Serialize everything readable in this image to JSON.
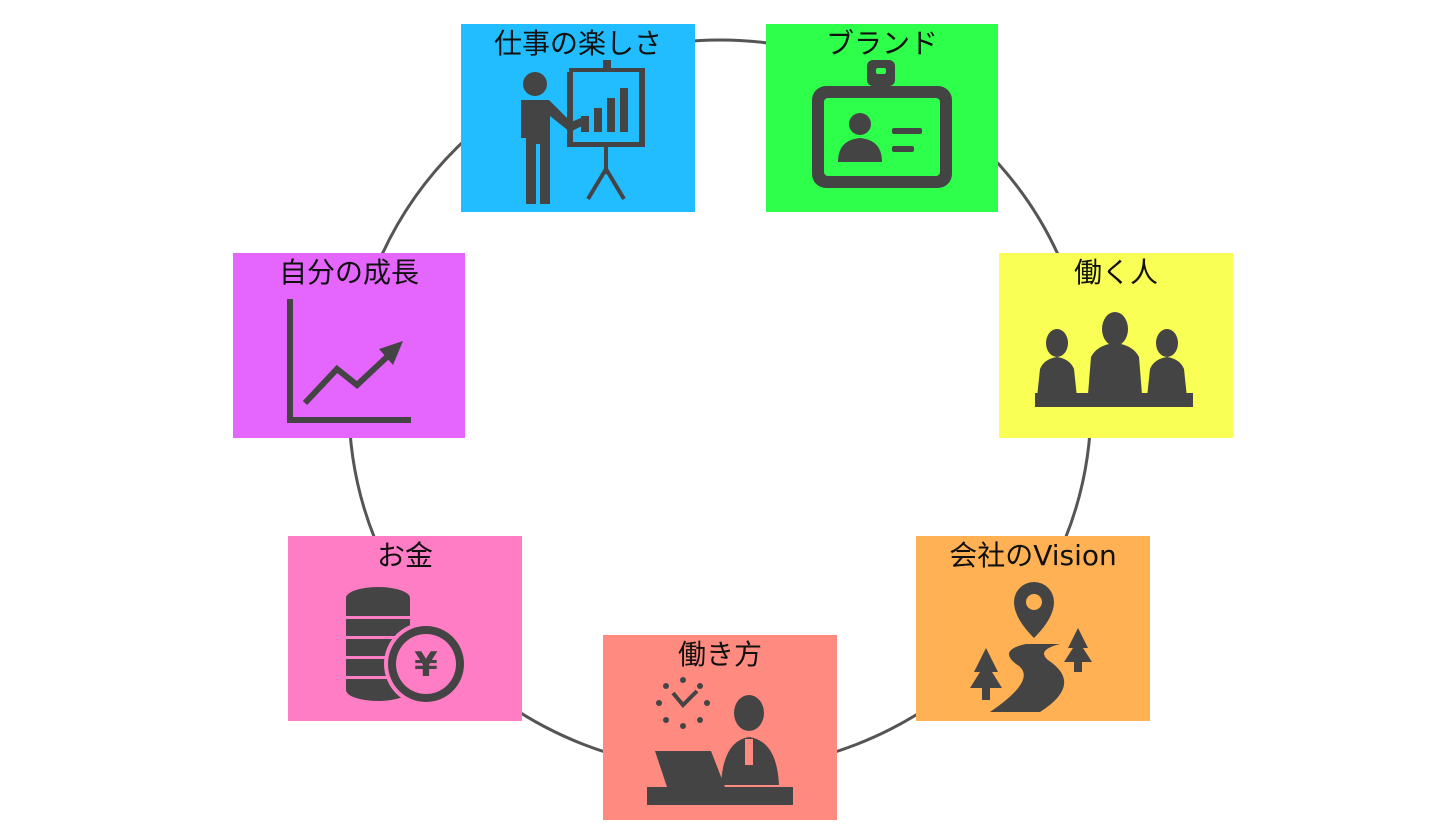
{
  "colors": {
    "ring": "#555555",
    "icon": "#444444",
    "work_fun": "#22bdff",
    "brand": "#2dff4b",
    "growth": "#e565ff",
    "people": "#f9ff55",
    "money": "#ff7dc5",
    "vision": "#ffb154",
    "work_style": "#ff8b80"
  },
  "nodes": {
    "work_fun": {
      "label": "仕事の楽しさ",
      "icon": "presentation-icon"
    },
    "brand": {
      "label": "ブランド",
      "icon": "id-badge-icon"
    },
    "growth": {
      "label": "自分の成長",
      "icon": "growth-chart-icon"
    },
    "people": {
      "label": "働く人",
      "icon": "business-people-icon"
    },
    "money": {
      "label": "お金",
      "icon": "yen-coins-icon"
    },
    "vision": {
      "label": "会社のVision",
      "icon": "map-pin-road-icon"
    },
    "work_style": {
      "label": "働き方",
      "icon": "desk-worker-clock-icon"
    }
  }
}
